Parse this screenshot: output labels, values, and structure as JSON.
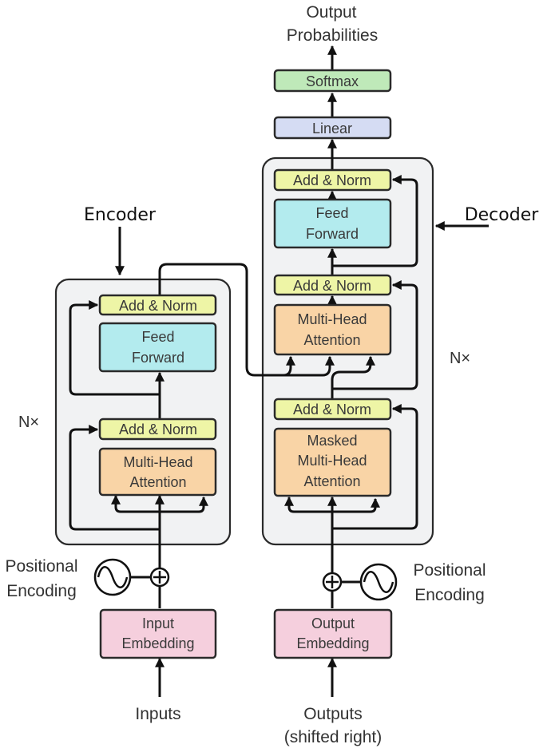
{
  "colors": {
    "add_norm": "#eef5a6",
    "feed_forward": "#b3ebee",
    "attention": "#f9d4a6",
    "embedding": "#f5cfdd",
    "linear": "#d5dcf3",
    "softmax": "#bfe9b9",
    "stack_background": "#f1f2f3"
  },
  "labels": {
    "encoder": "Encoder",
    "decoder": "Decoder",
    "enc_nx": "N×",
    "dec_nx": "N×",
    "inputs": "Inputs",
    "outputs_line1": "Outputs",
    "outputs_line2": "(shifted right)",
    "output_probs_line1": "Output",
    "output_probs_line2": "Probabilities",
    "pos_enc_left_line1": "Positional",
    "pos_enc_left_line2": "Encoding",
    "pos_enc_right_line1": "Positional",
    "pos_enc_right_line2": "Encoding"
  },
  "blocks": {
    "softmax": "Softmax",
    "linear": "Linear",
    "add_norm": "Add & Norm",
    "feed_line1": "Feed",
    "feed_line2": "Forward",
    "mha_line1": "Multi-Head",
    "mha_line2": "Attention",
    "masked_line1": "Masked",
    "masked_line2": "Multi-Head",
    "masked_line3": "Attention",
    "input_emb_line1": "Input",
    "input_emb_line2": "Embedding",
    "output_emb_line1": "Output",
    "output_emb_line2": "Embedding"
  },
  "icons": {
    "plus": "plus-circle-icon",
    "sine": "sine-wave-icon"
  }
}
